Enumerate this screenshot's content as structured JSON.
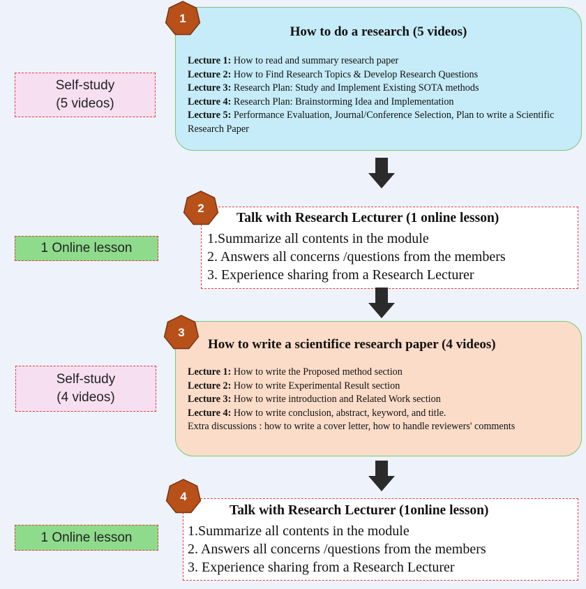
{
  "steps": [
    {
      "number": "1",
      "tag": [
        "Self-study",
        "(5 videos)"
      ],
      "title": "How to do a research (5 videos)",
      "lectures": [
        {
          "label": "Lecture 1:",
          "text": "How to read and summary research paper"
        },
        {
          "label": "Lecture 2:",
          "text": "How to Find Research Topics & Develop Research Questions"
        },
        {
          "label": "Lecture 3:",
          "text": "Research Plan: Study and Implement Existing SOTA methods"
        },
        {
          "label": "Lecture 4:",
          "text": "Research Plan: Brainstorming Idea and Implementation"
        },
        {
          "label": "Lecture 5:",
          "text": "Performance Evaluation, Journal/Conference Selection, Plan to write a Scientific Research Paper"
        }
      ]
    },
    {
      "number": "2",
      "tag": "1 Online lesson",
      "title": "Talk with Research Lecturer (1 online lesson)",
      "points": [
        "1.Summarize all contents in the module",
        "2. Answers all concerns /questions from the members",
        "3. Experience sharing from a Research Lecturer"
      ]
    },
    {
      "number": "3",
      "tag": [
        "Self-study",
        "(4 videos)"
      ],
      "title": "How to write a scientifice research paper (4 videos)",
      "lectures": [
        {
          "label": "Lecture 1:",
          "text": "How to write the Proposed method section"
        },
        {
          "label": "Lecture 2:",
          "text": "How to write Experimental Result section"
        },
        {
          "label": "Lecture 3:",
          "text": "How to write introduction and Related Work section"
        },
        {
          "label": "Lecture 4:",
          "text": "How to write conclusion, abstract, keyword, and title."
        }
      ],
      "extra": "Extra discussions : how to write a cover letter, how to handle reviewers' comments"
    },
    {
      "number": "4",
      "tag": "1 Online lesson",
      "title": "Talk with Research Lecturer (1online lesson)",
      "points": [
        "1.Summarize all contents in the module",
        "2. Answers all concerns /questions from the members",
        "3. Experience sharing from a Research Lecturer"
      ]
    }
  ],
  "colors": {
    "badge": "#b8501a",
    "arrow": "#2b2b2b",
    "tag_border": "#e23b3b",
    "pink": "#f6dff1",
    "green": "#8fdb8c",
    "blue": "#c5ecf8",
    "peach": "#fbdcc8"
  }
}
